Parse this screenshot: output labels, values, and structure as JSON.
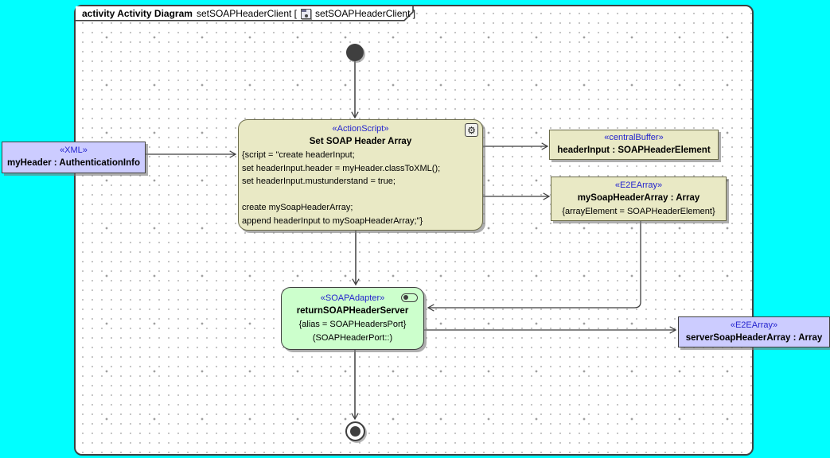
{
  "colors": {
    "canvas_background": "#00FFFF",
    "frame_background": "#FFFFFF",
    "line_and_border_gray": "#3F3F3F",
    "object_node_lavender": "#CCCCFF",
    "action_node_olive": "#E9E9C5",
    "adapter_node_green": "#CCFFCC",
    "stereotype_text_blue": "#2424CE"
  },
  "frame_tab": {
    "diagram_kind": "activity Activity Diagram",
    "diagram_name_prefix": "setSOAPHeaderClient [",
    "diagram_icon": "activity-diagram-icon",
    "diagram_name_ref": "setSOAPHeaderClient ]"
  },
  "nodes": {
    "my_header": {
      "stereotype": "«XML»",
      "name": "myHeader : AuthenticationInfo"
    },
    "set_soap_header_array": {
      "stereotype": "«ActionScript»",
      "name": "Set SOAP Header Array",
      "corner_icon": "gear-icon",
      "body_lines": [
        "{script = \"create headerInput;",
        "set headerInput.header = myHeader.classToXML();",
        "set headerInput.mustunderstand = true;",
        "",
        "create mySoapHeaderArray;",
        "append headerInput to mySoapHeaderArray;\"}"
      ]
    },
    "header_input": {
      "stereotype": "«centralBuffer»",
      "name": "headerInput : SOAPHeaderElement"
    },
    "my_soap_header_array": {
      "stereotype": "«E2EArray»",
      "name": "mySoapHeaderArray : Array",
      "constraint": "{arrayElement = SOAPHeaderElement}"
    },
    "return_soap_header_server": {
      "stereotype": "«SOAPAdapter»",
      "name": "returnSOAPHeaderServer",
      "alias_line": "{alias = SOAPHeadersPort}",
      "port_line": "(SOAPHeaderPort::)",
      "corner_icon": "toggle-icon"
    },
    "server_soap_header_array": {
      "stereotype": "«E2EArray»",
      "name": "serverSoapHeaderArray : Array"
    }
  }
}
